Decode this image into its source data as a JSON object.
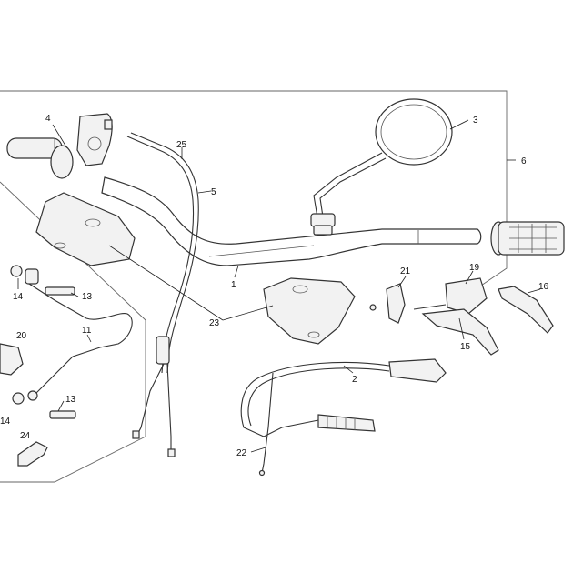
{
  "callouts": [
    {
      "id": "c1",
      "text": "1"
    },
    {
      "id": "c2",
      "text": "2"
    },
    {
      "id": "c3",
      "text": "3"
    },
    {
      "id": "c4",
      "text": "4"
    },
    {
      "id": "c5",
      "text": "5"
    },
    {
      "id": "c6",
      "text": "6"
    },
    {
      "id": "c11",
      "text": "11"
    },
    {
      "id": "c13a",
      "text": "13"
    },
    {
      "id": "c13b",
      "text": "13"
    },
    {
      "id": "c14a",
      "text": "14"
    },
    {
      "id": "c14b",
      "text": "14"
    },
    {
      "id": "c15",
      "text": "15"
    },
    {
      "id": "c16",
      "text": "16"
    },
    {
      "id": "c19",
      "text": "19"
    },
    {
      "id": "c20",
      "text": "20"
    },
    {
      "id": "c21",
      "text": "21"
    },
    {
      "id": "c22",
      "text": "22"
    },
    {
      "id": "c23",
      "text": "23"
    },
    {
      "id": "c24",
      "text": "24"
    },
    {
      "id": "c25",
      "text": "25"
    }
  ]
}
